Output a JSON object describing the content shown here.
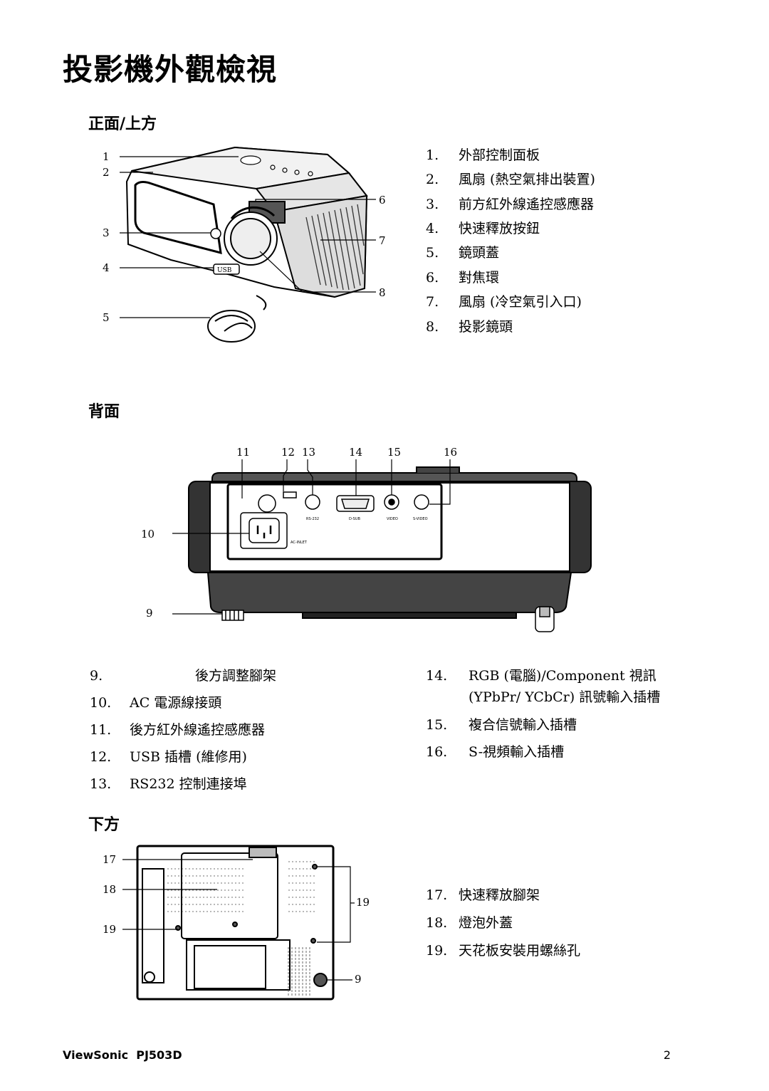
{
  "page": {
    "title": "投影機外觀檢視",
    "page_number": "2",
    "footer_brand": "ViewSonic  PJ503D"
  },
  "front": {
    "heading": "正面/上方",
    "callouts": [
      "1",
      "2",
      "3",
      "4",
      "5",
      "6",
      "7",
      "8"
    ],
    "items": [
      {
        "num": "1.",
        "label": "外部控制面板"
      },
      {
        "num": "2.",
        "label": "風扇 (熱空氣排出裝置)"
      },
      {
        "num": "3.",
        "label": "前方紅外線遙控感應器"
      },
      {
        "num": "4.",
        "label": "快速釋放按鈕"
      },
      {
        "num": "5.",
        "label": "鏡頭蓋"
      },
      {
        "num": "6.",
        "label": "對焦環"
      },
      {
        "num": "7.",
        "label": "風扇 (冷空氣引入口)"
      },
      {
        "num": "8.",
        "label": "投影鏡頭"
      }
    ],
    "usb_tag": "USB"
  },
  "back": {
    "heading": "背面",
    "callouts": [
      "11",
      "12",
      "13",
      "14",
      "15",
      "16",
      "10",
      "9"
    ],
    "ports": {
      "rs232": "RS-232",
      "dsub": "D-SUB",
      "video": "VIDEO",
      "svideo": "S-VIDEO",
      "ac": "AC-INLET"
    },
    "left_items": [
      {
        "num": "9.",
        "label": "後方調整腳架"
      },
      {
        "num": "10.",
        "label": "AC 電源線接頭"
      },
      {
        "num": "11.",
        "label": "後方紅外線遙控感應器"
      },
      {
        "num": "12.",
        "label": "USB 插槽 (維修用)"
      },
      {
        "num": "13.",
        "label": "RS232 控制連接埠"
      }
    ],
    "right_items": [
      {
        "num": "14.",
        "label": "RGB (電腦)/Component 視訊",
        "label2": "(YPbPr/ YCbCr) 訊號輸入插槽"
      },
      {
        "num": "15.",
        "label": "複合信號輸入插槽"
      },
      {
        "num": "16.",
        "label": "S-視頻輸入插槽"
      }
    ]
  },
  "bottom": {
    "heading": "下方",
    "callouts": [
      "17",
      "18",
      "19",
      "19",
      "9"
    ],
    "items": [
      {
        "num": "17.",
        "label": "快速釋放腳架"
      },
      {
        "num": "18.",
        "label": "燈泡外蓋"
      },
      {
        "num": "19.",
        "label": "天花板安裝用螺絲孔"
      }
    ]
  }
}
